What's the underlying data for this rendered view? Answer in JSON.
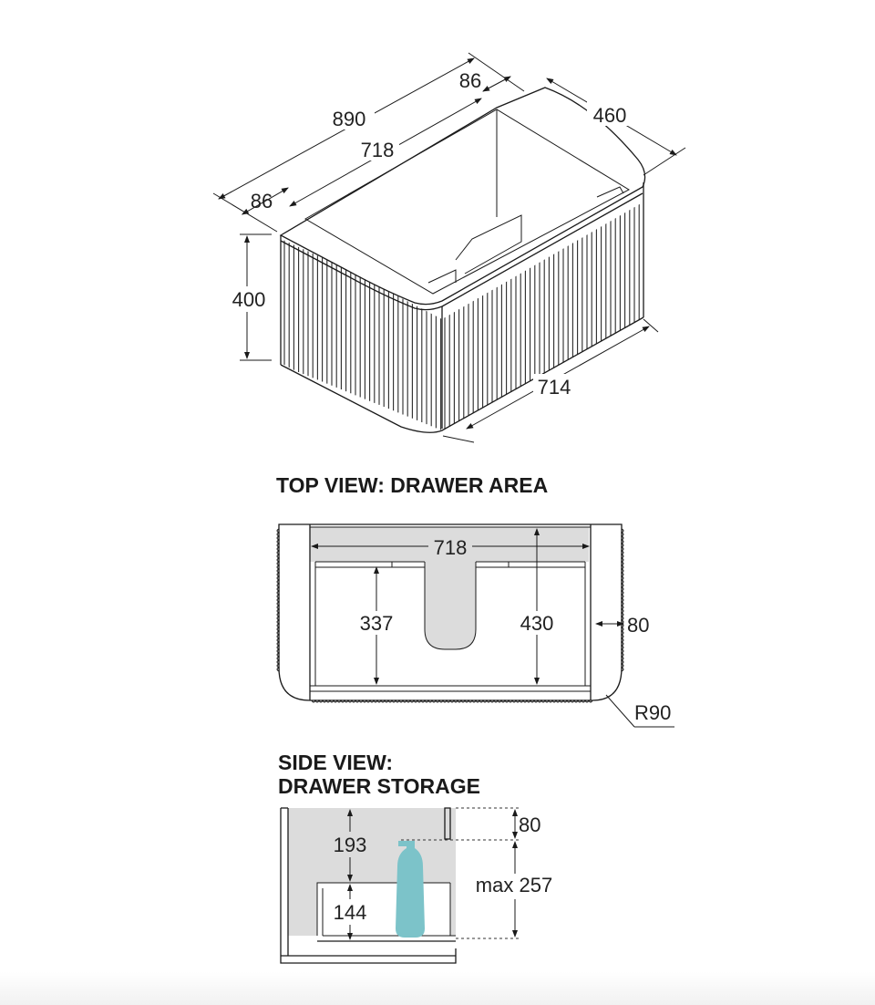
{
  "iso": {
    "width_890": "890",
    "depth_460": "460",
    "side_86_left": "86",
    "side_86_right": "86",
    "inner_718": "718",
    "height_400": "400",
    "front_714": "714"
  },
  "top_view": {
    "title": "TOP VIEW: DRAWER AREA",
    "width_718": "718",
    "depth_337": "337",
    "depth_430": "430",
    "side_80": "80",
    "radius": "R90"
  },
  "side_view": {
    "title_line1": "SIDE VIEW:",
    "title_line2": "DRAWER STORAGE",
    "top_193": "193",
    "bottom_144": "144",
    "top_80": "80",
    "max_257": "max 257",
    "bottle_color": "#7cc3c9"
  }
}
